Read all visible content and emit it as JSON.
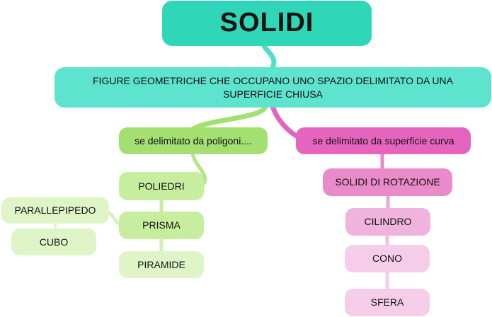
{
  "title": "SOLIDI",
  "definition": "FIGURE GEOMETRICHE CHE OCCUPANO UNO SPAZIO DELIMITATO DA UNA SUPERFICIE CHIUSA",
  "left_branch": {
    "label": "se delimitato da poligoni....",
    "child": "POLIEDRI",
    "items": [
      "PRISMA",
      "PIRAMIDE"
    ],
    "prisma_children": [
      "PARALLEPIPEDO",
      "CUBO"
    ]
  },
  "right_branch": {
    "label": "se delimitato da superficie curva",
    "child": "SOLIDI DI ROTAZIONE",
    "items": [
      "CILINDRO",
      "CONO",
      "SFERA"
    ]
  },
  "colors": {
    "title": "#2fd6b8",
    "definition": "#5ee3cf",
    "green": "#a4df72",
    "pink": "#e565be"
  }
}
